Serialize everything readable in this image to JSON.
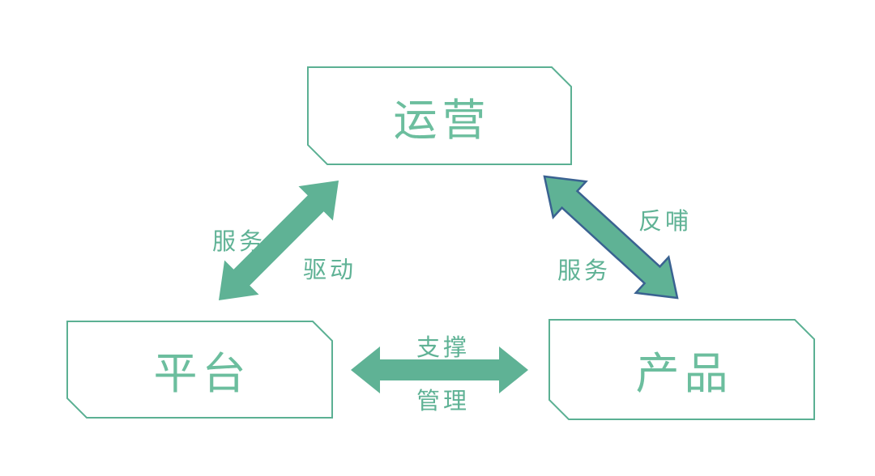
{
  "diagram": {
    "type": "relationship-triangle",
    "background": "#FFFFFF",
    "colors": {
      "box_border": "#5BB093",
      "box_fill": "#FFFFFF",
      "node_text": "#6CBE9E",
      "arrow_green": "#5FB295",
      "arrow_outline_blue": "#3A6291",
      "edge_text": "#5FB295"
    },
    "nodes": {
      "operations": {
        "label": "运营"
      },
      "platform": {
        "label": "平台"
      },
      "product": {
        "label": "产品"
      }
    },
    "edges": {
      "platform_operations": {
        "from": "平台",
        "to": "运营",
        "style": "green double arrow, diagonal",
        "label_upper": "服务",
        "label_lower": "驱动"
      },
      "operations_product": {
        "from": "运营",
        "to": "产品",
        "style": "green double arrow with blue outline, diagonal",
        "label_upper": "反哺",
        "label_lower": "服务"
      },
      "platform_product": {
        "from": "平台",
        "to": "产品",
        "style": "green double arrow, horizontal",
        "label_upper": "支撑",
        "label_lower": "管理"
      }
    }
  }
}
